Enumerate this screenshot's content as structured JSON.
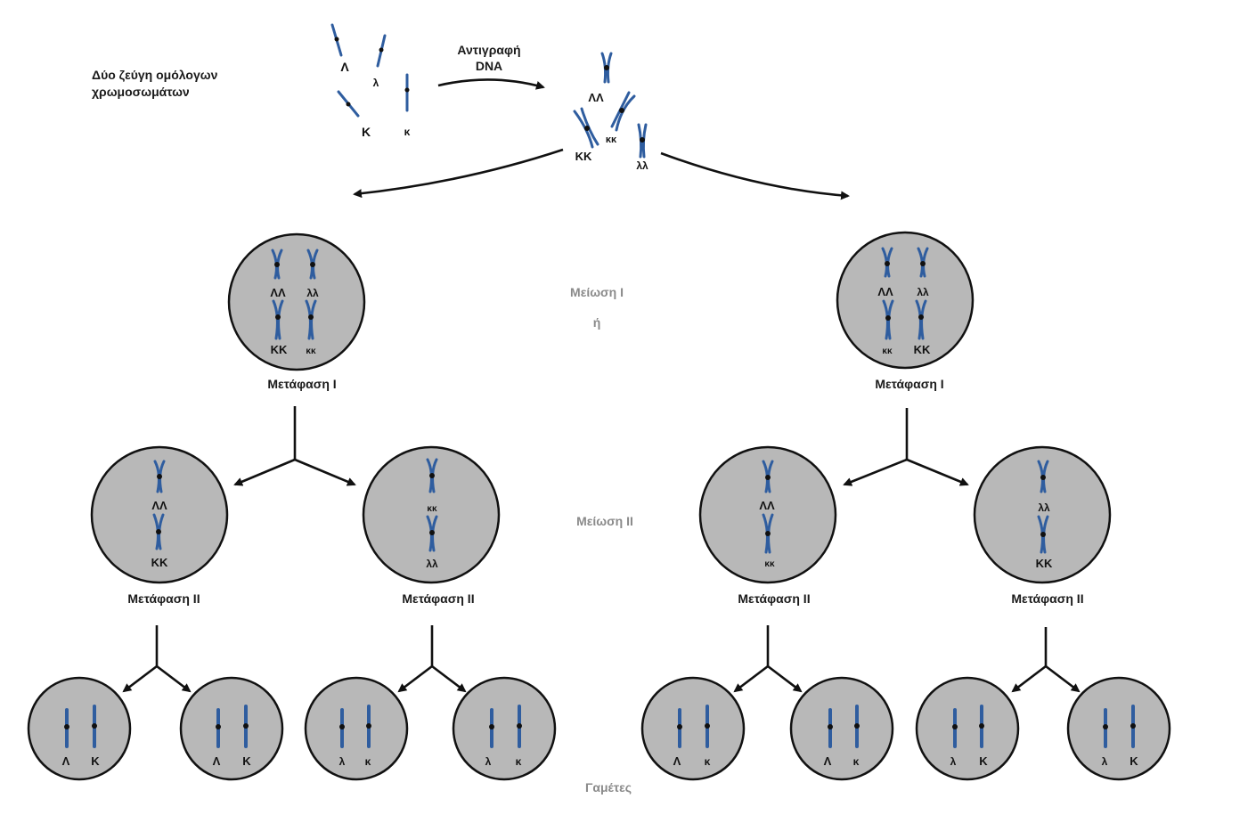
{
  "labels": {
    "homologous_pairs_line1": "Δύο ζεύγη ομόλογων",
    "homologous_pairs_line2": "χρωμοσωμάτων",
    "dna_replication_line1": "Αντιγραφή",
    "dna_replication_line2": "DNA",
    "meiosis1": "Μείωση Ι",
    "or": "ή",
    "meiosis2": "Μείωση ΙΙ",
    "gametes": "Γαμέτες",
    "metaphase1": "Μετάφαση Ι",
    "metaphase2": "Μετάφαση ΙΙ"
  },
  "alleles": {
    "L_big": "Λ",
    "L_small": "λ",
    "K_big": "Κ",
    "K_small": "κ",
    "LL_big": "ΛΛ",
    "LL_small": "λλ",
    "KK_big": "ΚΚ",
    "KK_small": "κκ"
  },
  "colors": {
    "chromosome": "#2f5d9f",
    "cell_fill": "#b8b8b8",
    "outline": "#111111",
    "faded_label": "#8a8a8a"
  }
}
